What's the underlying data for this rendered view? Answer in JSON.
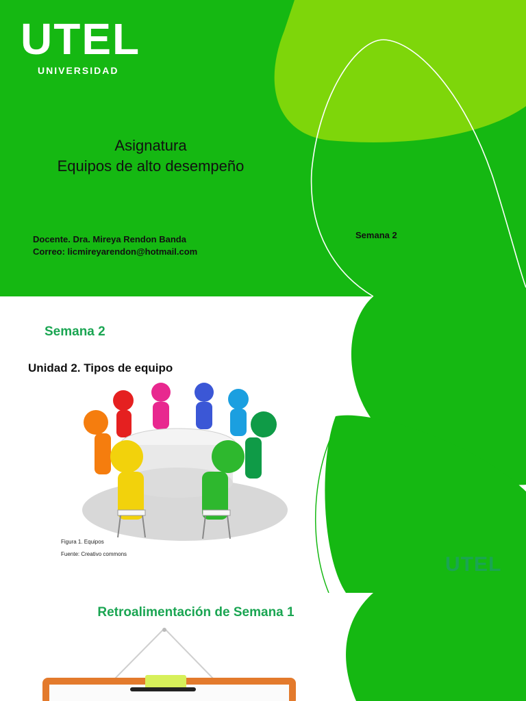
{
  "slide1": {
    "logo_text": "UTEL",
    "logo_subtext": "UNIVERSIDAD",
    "title_line1": "Asignatura",
    "title_line2": "Equipos de alto desempeño",
    "teacher": "Docente. Dra. Mireya Rendon Banda",
    "email": "Correo: licmireyarendon@hotmail.com",
    "week": "Semana 2"
  },
  "slide2": {
    "heading": "Semana 2",
    "unit_title": "Unidad 2. Tipos de equipo",
    "figure_caption": "Figura 1. Equipos",
    "figure_source": "Fuente: Creativo commons",
    "logo_text": "UTEL"
  },
  "slide3": {
    "heading": "Retroalimentación de Semana 1"
  },
  "colors": {
    "primary_green": "#15b812",
    "light_green": "#7ed60a",
    "text_green": "#1aa552"
  },
  "icons": {
    "team_illustration": "people-round-table-icon",
    "board": "clipboard-board-icon"
  }
}
